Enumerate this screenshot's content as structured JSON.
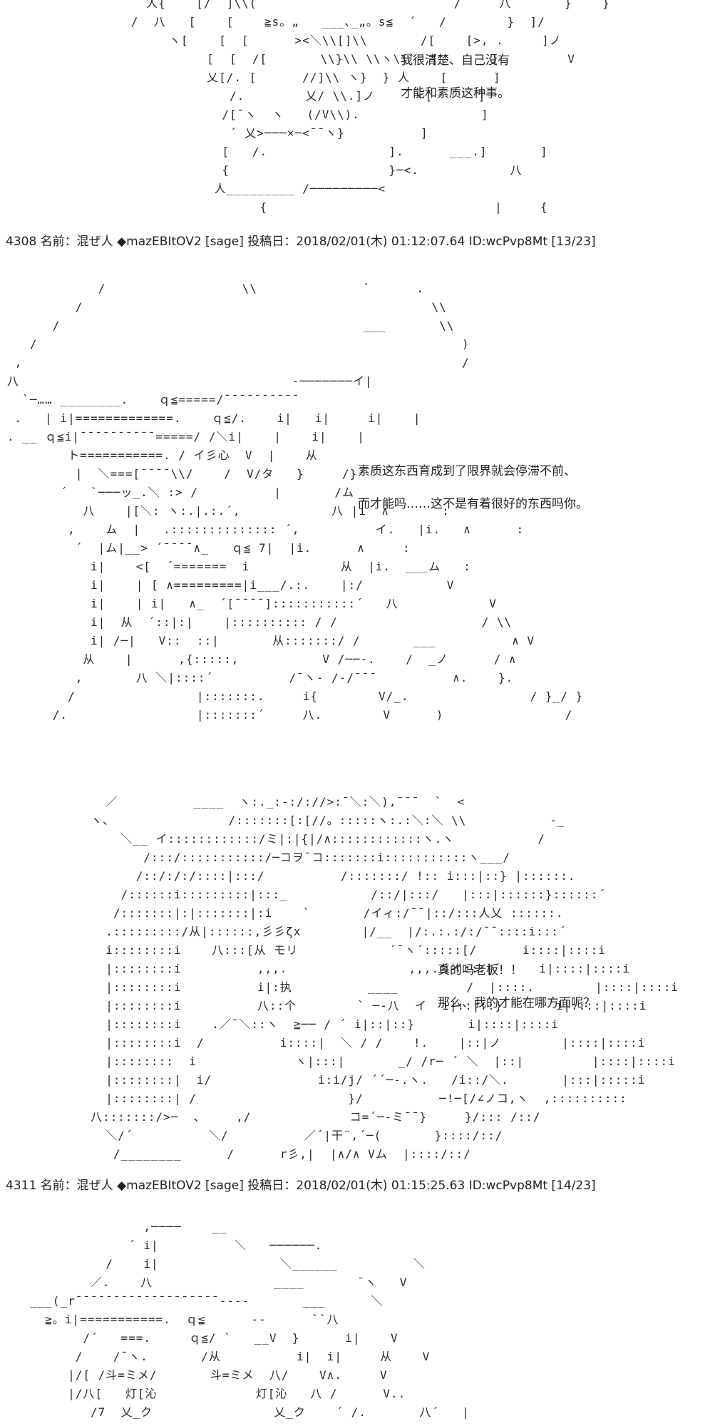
{
  "posts": [
    {
      "art": "        人{    [/  ]\\\\(                          /     八       }    }\n      /  八   [    [    ≧s。„   ___､_„。s≦  ´   /        }  ]/\n           ヽ[    [  [      ><＼\\\\[]\\\\       /[    [>, .     ]ノ\n                [  [  /[       \\\\}\\\\ \\\\ヽ\\\\`  [       [         V\n                乂[/. [      //]\\\\ ヽ}  } 人    [      ]\n                   /.        乂/ \\\\.]ノ     ヽ[      ]\n                  /[¯ヽ  ヽ   (/V\\\\).                ]\n                   ´ 乂>───×─<¯¯ヽ}          ]\n                  [   /.                ].      ___.]       ]\n                  {                     }─<.            八\n                 人_________ /─────────<\n                       {                              |     {",
      "dialog": [
        "我很清楚、自己没有",
        "才能和素质这种事。"
      ]
    },
    {
      "header": "4308 名前：混ぜ人 ◆mazEBItOV2 [sage] 投稿日：2018/02/01(木) 01:12:07.64 ID:wcPvp8Mt [13/23]",
      "art": "            /                  \\\\              `      .\n         /                                              \\\\\n      /                                        ___       \\\\\n   /                                                        )\n ,                                                          /\n八                                    -───────イ|\n  `─…… ________.    ｑ≦=====/¯¯¯¯¯¯¯¯¯¯\n .   | i|=============.    ｑ≦/.    i|   i|     i|    |\n. __ ｑ≦i|¯¯¯¯¯¯¯¯¯¯=====/ /＼i|    |    i|    |\n        ト===========. / イ彡心  V  |    从\n         |  ＼===[¯¯¯¯\\\\/    /  V/タ   }     /}\n       ´   `───ッ_.＼ :> /          |       /ム\n          八    |[＼: ヽ:.|.:.´,            八 |i  ∧       :\n        ,    ム  |   .:::::::::::::: ´,          イ.   |i.   ∧      :\n         ´  |ム|__> ´¯¯¯¯∧_   ｑ≦ 7|  |i.      ∧     :\n           i|    <[  ´=======  i            从  |i.  ___ム   :\n           i|    | [ ∧=========|i___/.:.    |:/           V\n           i|    | i|   ∧_  ´[¯¯¯¯]:::::::::::´   八            V\n           i|  从  ´::|:|    |:::::::::: / /                   / \\\\\n           i| /─|   V::  ::|       从:::::::/ /       ___          ∧ V\n          从    |      ,{:::::,           V /──-.    /  _ノ      / ∧\n         ,       八 ＼|::::´          /¯ヽ- /-/¯¯¯          ∧.    }.\n        /                |:::::::.     i{        V/_.                / }_/ }\n      /.                 |:::::::´     八.        V      )                /",
      "dialog": [
        "素质这东西育成到了限界就会停滞不前、",
        "而才能吗……这不是有着很好的东西吗你。"
      ]
    },
    {
      "art": "             ／          ____  ヽ:._:‐:/://>:¯＼:＼),¯¯¯  `  <\n           ヽ、               /:::::::[:[//。:::::ヽ:.:＼:＼ \\\\           -_\n               ＼__ イ::::::::::::/ミ|:|{|/∧::::::::::::ヽ.ヽ           /\n                  /:::/:::::::::::/─コヲ¯コ:::::::i:::::::::::ヽ___/\n                 /::/:/:/::::|:::/          /:::::::/ !:: i:::|::} |::::::.\n               /::::::i:::::::::|:::_           /::/|:::/   |:::|::::::}::::::´\n              /:::::::|:|:::::::|:i    `       /イィ:/¯¯|::/:::人乂 ::::::.\n             .:::::::::/从|::::::,彡彡ζx        |/__  |/:.:.:/:/¯¯::::i:::´\n             i::::::::i    八:::[从 モリ            ´¯ヽ´:::::[/      i::::|::::i\n             |::::::::i          ,,,.                ,,,.彡イ:::|´     i|::::|::::i\n             |::::::::i          i|:执          ____         /  |::::.        |::::|::::i\n             |::::::::i          八::个        ` ─-八  イ  i|::|::}       i|::::|::::i\n             |::::::::i    .／¯＼::ヽ  ≧── / ´ i|::|::}       i|::::|::::i\n             |::::::::i  /          i::::|  ＼ / /    !.    |::|ノ        |::::|::::i\n             |::::::::  i             ヽ|:::|       _/ /r─ ´ ＼  |::|         |::::|::::i\n             |::::::::|  i/              i:i/j/ ´´─-.ヽ.   /i::/＼.       |:::|:::::i\n             |::::::::| /                    }/          ─!─[/∠ノコ,ヽ  ,::::::::::\n           八:::::::/>─  、    ,/             コ=´─-ミ¯¯}     }/::: /::/\n             ＼/´          ＼/          ／´|干¨,´─(       }::::/::/\n              /________      /      r彡,|  |∧/∧ Vム  |::::/::/",
      "dialog": [
        "真的吗老板！！",
        "那么、我的才能在哪方面呢？"
      ]
    },
    {
      "header": "4311 名前：混ぜ人 ◆mazEBItOV2 [sage] 投稿日：2018/02/01(木) 01:15:25.63 ID:wcPvp8Mt [14/23]",
      "art": "                  ,────    __\n                ´ i|          ＼   ──────.\n             /    i|                ＼______          ＼\n           ／.    八                ____       ¯ヽ   V\n   ___(_r¯¯¯¯¯¯¯¯¯¯¯¯¯¯¯¯¯¯¯----       ___      ＼\n     ≧。i|===========.  ｑ≦      --      ``八\n          /´   ===.     ｑ≦/ `   __V  }      i|    V\n         /    /¯ヽ.       /从          i|  i|     从    V\n        |/[ /斗=ミメ/       斗=ミメ  八/    V∧.     V\n        |/八[   灯[沁             灯[沁   八 /      V..\n           /7  乂_ク                乂_ク    ´ /.       八´   |",
      "dialog": []
    }
  ]
}
